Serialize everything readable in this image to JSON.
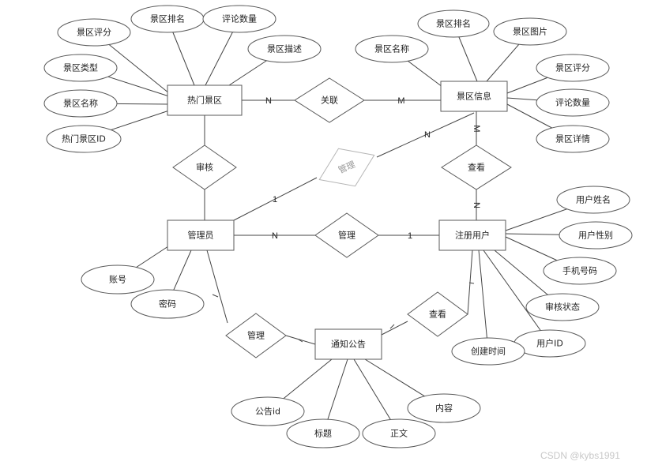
{
  "entities": [
    {
      "id": "hot",
      "label": "热门景区"
    },
    {
      "id": "info",
      "label": "景区信息"
    },
    {
      "id": "admin",
      "label": "管理员"
    },
    {
      "id": "user",
      "label": "注册用户"
    },
    {
      "id": "notice",
      "label": "通知公告"
    }
  ],
  "relationships": [
    {
      "id": "r_assoc",
      "label": "关联"
    },
    {
      "id": "r_audit",
      "label": "审核"
    },
    {
      "id": "r_manage_info",
      "label": "管理",
      "dim": true
    },
    {
      "id": "r_view_info",
      "label": "查看"
    },
    {
      "id": "r_manage_user",
      "label": "管理"
    },
    {
      "id": "r_manage_notice",
      "label": "管理"
    },
    {
      "id": "r_view_notice",
      "label": "查看"
    }
  ],
  "attributes": [
    {
      "id": "a1",
      "label": "景区评分",
      "of": "hot"
    },
    {
      "id": "a2",
      "label": "景区排名",
      "of": "hot"
    },
    {
      "id": "a3",
      "label": "评论数量",
      "of": "hot"
    },
    {
      "id": "a4",
      "label": "景区描述",
      "of": "hot"
    },
    {
      "id": "a5",
      "label": "景区类型",
      "of": "hot"
    },
    {
      "id": "a6",
      "label": "景区名称",
      "of": "hot"
    },
    {
      "id": "a7",
      "label": "热门景区ID",
      "of": "hot"
    },
    {
      "id": "b1",
      "label": "景区排名",
      "of": "info"
    },
    {
      "id": "b2",
      "label": "景区图片",
      "of": "info"
    },
    {
      "id": "b3",
      "label": "景区名称",
      "of": "info"
    },
    {
      "id": "b4",
      "label": "景区评分",
      "of": "info"
    },
    {
      "id": "b5",
      "label": "评论数量",
      "of": "info"
    },
    {
      "id": "b6",
      "label": "景区详情",
      "of": "info"
    },
    {
      "id": "c1",
      "label": "账号",
      "of": "admin"
    },
    {
      "id": "c2",
      "label": "密码",
      "of": "admin"
    },
    {
      "id": "d1",
      "label": "用户姓名",
      "of": "user"
    },
    {
      "id": "d2",
      "label": "用户性别",
      "of": "user"
    },
    {
      "id": "d3",
      "label": "手机号码",
      "of": "user"
    },
    {
      "id": "d4",
      "label": "审核状态",
      "of": "user"
    },
    {
      "id": "d5",
      "label": "用户ID",
      "of": "user"
    },
    {
      "id": "d6",
      "label": "创建时间",
      "of": "user"
    },
    {
      "id": "e1",
      "label": "公告id",
      "of": "notice"
    },
    {
      "id": "e2",
      "label": "标题",
      "of": "notice"
    },
    {
      "id": "e3",
      "label": "正文",
      "of": "notice"
    },
    {
      "id": "e4",
      "label": "内容",
      "of": "notice"
    }
  ],
  "cardinalities": [
    {
      "id": "k1",
      "label": "N"
    },
    {
      "id": "k2",
      "label": "M"
    },
    {
      "id": "k3",
      "label": "N"
    },
    {
      "id": "k4",
      "label": "1"
    },
    {
      "id": "k5",
      "label": "M"
    },
    {
      "id": "k6",
      "label": "N"
    },
    {
      "id": "k7",
      "label": "1"
    },
    {
      "id": "k8",
      "label": "N"
    }
  ],
  "watermark": "CSDN @kybs1991"
}
